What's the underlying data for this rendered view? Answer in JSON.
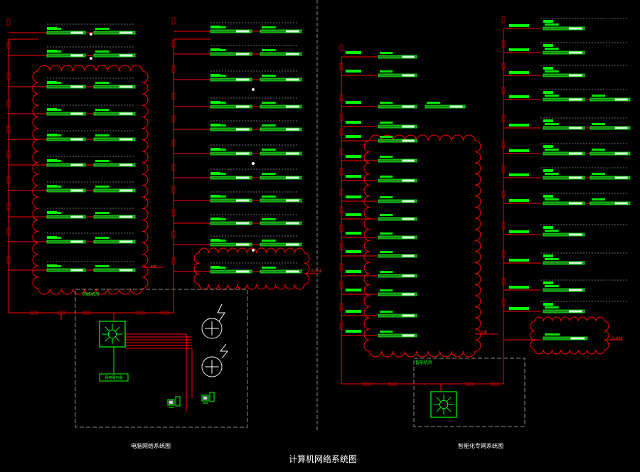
{
  "main_title": "计算机网络系统图",
  "left_section": {
    "caption": "电脑网络系统图",
    "room_label": "网络机房",
    "server_label": "网络服务器",
    "exit_label": "引外线",
    "cable_label": "5类"
  },
  "right_section": {
    "caption": "智能化专网系统图",
    "room_label": "智能机房",
    "exit_label": "引外线",
    "cable_label": "5类"
  },
  "colors": {
    "background": "#000000",
    "cable": "#ff0000",
    "device": "#00ff00",
    "device_fill": "#1a8a1a",
    "boundary": "#b4b4b4",
    "text": "#ffffff"
  },
  "icons": [
    "switch-icon",
    "router-icon",
    "computer-icon"
  ]
}
